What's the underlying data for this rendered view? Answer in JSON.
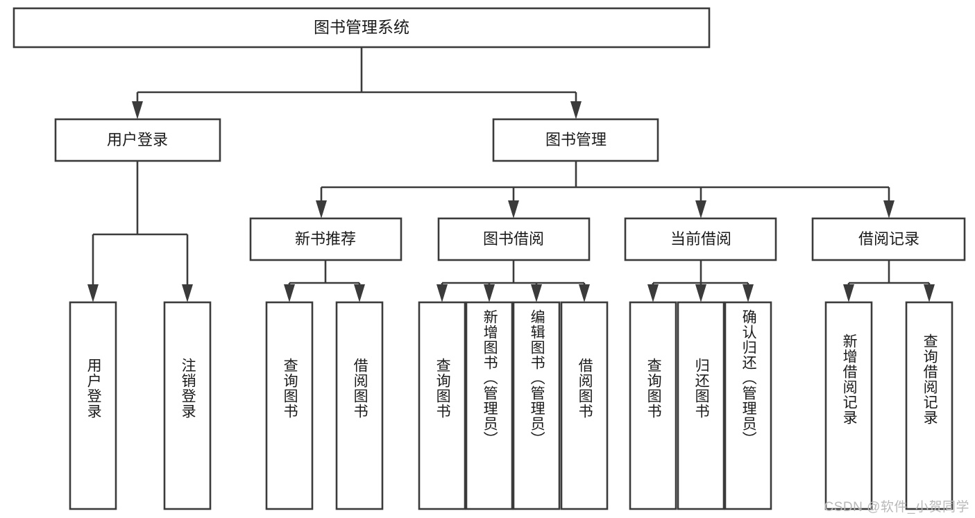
{
  "diagram": {
    "type": "tree",
    "title": "图书管理系统",
    "watermark": "CSDN @软件_小贺同学",
    "accent_color": "#3b3b3b",
    "background_color": "#ffffff",
    "text_color": "#1a1a1a",
    "watermark_color": "#b9b9b9",
    "root": {
      "label": "图书管理系统",
      "orientation": "horizontal"
    },
    "level2": [
      {
        "label": "用户登录",
        "orientation": "horizontal"
      },
      {
        "label": "图书管理",
        "orientation": "horizontal"
      }
    ],
    "level3": [
      {
        "label": "新书推荐",
        "orientation": "horizontal"
      },
      {
        "label": "图书借阅",
        "orientation": "horizontal"
      },
      {
        "label": "当前借阅",
        "orientation": "horizontal"
      },
      {
        "label": "借阅记录",
        "orientation": "horizontal"
      }
    ],
    "leaves": {
      "user_login": [
        {
          "label": "用户登录",
          "orientation": "vertical"
        },
        {
          "label": "注销登录",
          "orientation": "vertical"
        }
      ],
      "new_book_recommend": [
        {
          "label": "查询图书",
          "orientation": "vertical"
        },
        {
          "label": "借阅图书",
          "orientation": "vertical"
        }
      ],
      "book_borrow": [
        {
          "label": "查询图书",
          "orientation": "vertical"
        },
        {
          "label": "新增图书（管理员）",
          "orientation": "vertical"
        },
        {
          "label": "编辑图书（管理员）",
          "orientation": "vertical"
        },
        {
          "label": "借阅图书",
          "orientation": "vertical"
        }
      ],
      "current_borrow": [
        {
          "label": "查询图书",
          "orientation": "vertical"
        },
        {
          "label": "归还图书",
          "orientation": "vertical"
        },
        {
          "label": "确认归还（管理员）",
          "orientation": "vertical"
        }
      ],
      "borrow_record": [
        {
          "label": "新增借阅记录",
          "orientation": "vertical"
        },
        {
          "label": "查询借阅记录",
          "orientation": "vertical"
        }
      ]
    }
  }
}
